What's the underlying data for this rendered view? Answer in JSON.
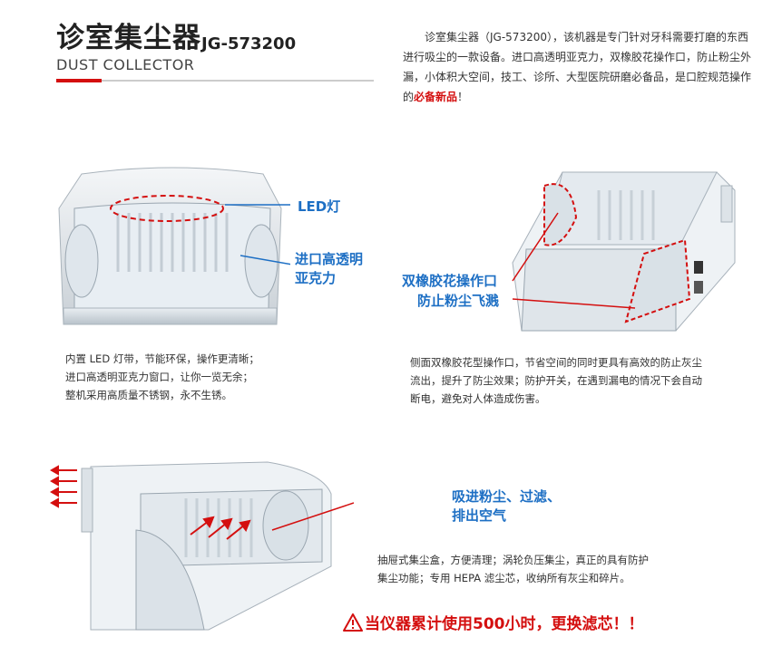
{
  "header": {
    "title_cn": "诊室集尘器",
    "model": "JG-573200",
    "title_en": "DUST COLLECTOR"
  },
  "intro": {
    "text": "诊室集尘器（JG-573200），该机器是专门针对牙科需要打磨的东西进行吸尘的一款设备。进口高透明亚克力，双橡胶花操作口，防止粉尘外漏，小体积大空间，技工、诊所、大型医院研磨必备品，是口腔规范操作的",
    "highlight": "必备新品",
    "end": "！"
  },
  "section1": {
    "callout_led": "LED灯",
    "callout_acrylic_line1": "进口高透明",
    "callout_acrylic_line2": "亚克力",
    "lines": [
      "内置 LED 灯带，节能环保，操作更清晰；",
      "进口高透明亚克力窗口，让你一览无余；",
      "整机采用高质量不锈钢，永不生锈。"
    ]
  },
  "section2": {
    "callout_line1": "双橡胶花操作口",
    "callout_line2": "防止粉尘飞溅",
    "lines": [
      "侧面双橡胶花型操作口，节省空间的同时更具有高效的防止灰尘",
      "流出，提升了防尘效果；防护开关，在遇到漏电的情况下会自动",
      "断电，避免对人体造成伤害。"
    ]
  },
  "section3": {
    "callout_line1": "吸进粉尘、过滤、",
    "callout_line2": "排出空气",
    "lines": [
      "抽屉式集尘盒，方便清理；涡轮负压集尘，真正的具有防护",
      "集尘功能；专用 HEPA 滤尘芯，收纳所有灰尘和碎片。"
    ]
  },
  "warning": {
    "text": "当仪器累计使用500小时，更换滤芯！！"
  },
  "colors": {
    "accent_red": "#d40f0f",
    "callout_blue": "#1d6fc4"
  }
}
